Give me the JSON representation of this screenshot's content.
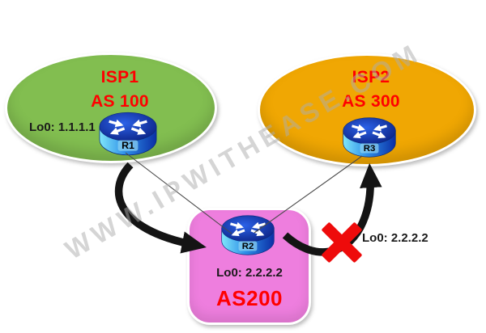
{
  "watermark": {
    "text": "WWW.IPWITHEASE.COM"
  },
  "colors": {
    "isp1-fill": "#82BE50",
    "isp2-fill": "#F0A703",
    "as200-fill": "#EE7EDE",
    "label-red": "#FF0000",
    "text-black": "#1A1A1A",
    "arrow-black": "#141414",
    "cross-red": "#EE0B0B",
    "line-gray": "#4A4A4A",
    "router-blue": "#1547CC"
  },
  "isp1": {
    "title": "ISP1",
    "as_label": "AS 100",
    "loopback": "Lo0: 1.1.1.1",
    "router": "R1"
  },
  "isp2": {
    "title": "ISP2",
    "as_label": "AS 300",
    "router": "R3"
  },
  "as200": {
    "title": "AS200",
    "loopback": "Lo0: 2.2.2.2",
    "router": "R2"
  },
  "blocked": {
    "label": "Lo0: 2.2.2.2"
  }
}
